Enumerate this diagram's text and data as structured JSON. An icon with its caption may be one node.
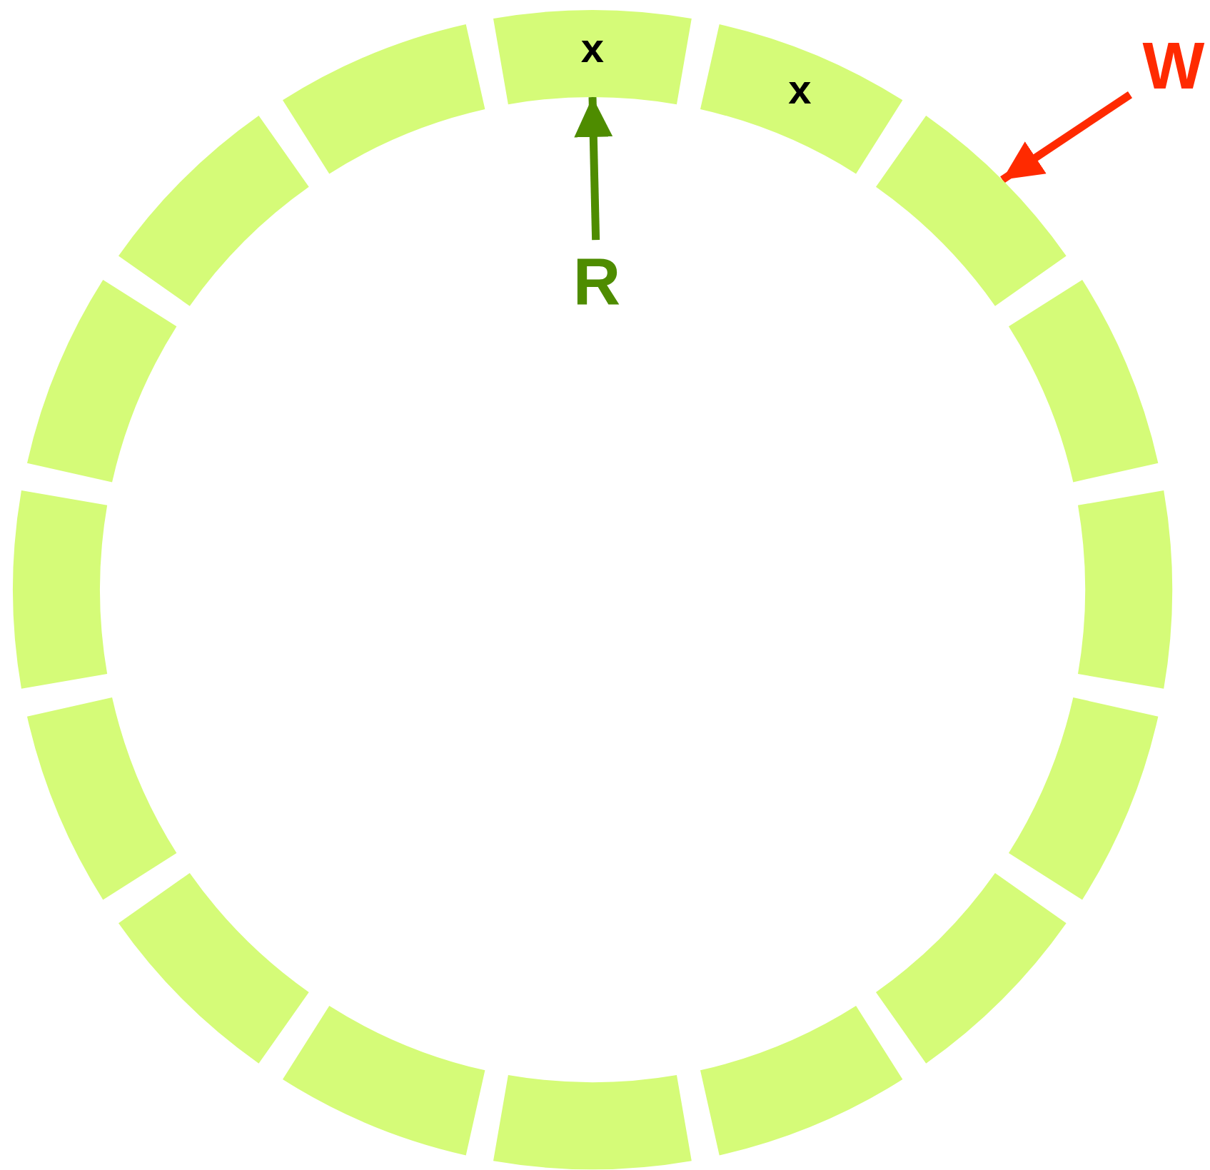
{
  "diagram": {
    "nodes": [
      {
        "text": [
          "x"
        ]
      },
      {
        "text": [
          "x"
        ]
      },
      {
        "text": [],
        "shape": "box"
      },
      {
        "text": [],
        "shape": "box"
      },
      {
        "text": [],
        "shape": "box"
      },
      {
        "text": [],
        "shape": "box"
      },
      {
        "text": [],
        "shape": "box"
      },
      {
        "text": [],
        "shape": "box"
      },
      {
        "text": [],
        "shape": "box"
      },
      {
        "text": [],
        "shape": "box"
      },
      {
        "text": [],
        "shape": "box"
      },
      {
        "text": [],
        "shape": "box"
      },
      {
        "text": [],
        "shape": "box"
      },
      {
        "text": [],
        "shape": "box"
      },
      {
        "text": [],
        "shape": "box"
      },
      {
        "text": [],
        "shape": "box"
      },
      {
        "text": [
          "R"
        ]
      },
      {
        "text": [
          "W"
        ]
      }
    ],
    "edges": [
      {
        "from": 16,
        "to": 0,
        "arrow": "to",
        "color": "#4e8c00"
      },
      {
        "from": 17,
        "to": 2,
        "arrow": "to",
        "color": "#ff2a00"
      }
    ]
  }
}
